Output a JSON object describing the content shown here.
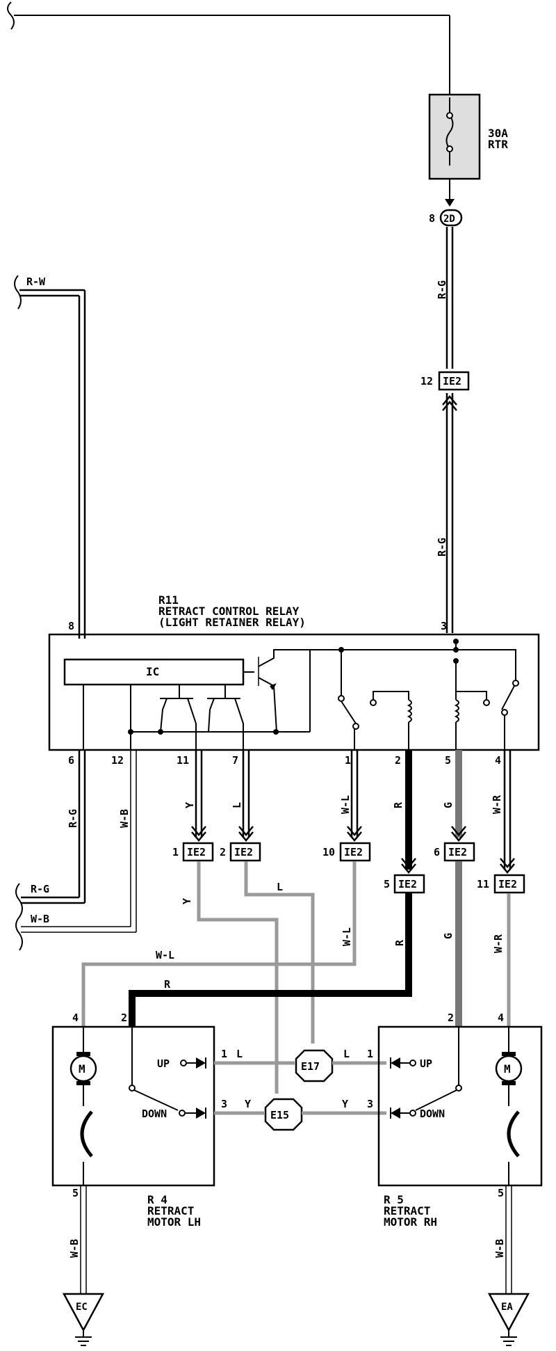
{
  "fuse": {
    "rating": "30A",
    "name": "RTR"
  },
  "connector_2d": {
    "label": "2D",
    "pin": "8"
  },
  "relay": {
    "code": "R11",
    "name": "RETRACT CONTROL RELAY",
    "subname": "(LIGHT RETAINER RELAY)",
    "ic_label": "IC"
  },
  "relay_pins": {
    "p8": "8",
    "p3": "3",
    "p6": "6",
    "p12": "12",
    "p11": "11",
    "p7": "7",
    "p1": "1",
    "p2": "2",
    "p5": "5",
    "p4": "4"
  },
  "wire_colors": {
    "rw": "R-W",
    "rg_top1": "R-G",
    "rg_top2": "R-G",
    "rg_left": "R-G",
    "wb_left": "W-B",
    "rg_out": "R-G",
    "wb_out": "W-B",
    "y_a": "Y",
    "l_a": "L",
    "wl_a": "W-L",
    "r_a": "R",
    "g_a": "G",
    "wr_a": "W-R",
    "y_b": "Y",
    "l_b": "L",
    "wl_b": "W-L",
    "r_b": "R",
    "g_b": "G",
    "wr_b": "W-R",
    "wl_c": "W-L",
    "r_c": "R",
    "l_lh": "L",
    "y_lh": "Y",
    "l_rh": "L",
    "y_rh": "Y",
    "wb_lh": "W-B",
    "wb_rh": "W-B"
  },
  "ie2": {
    "label": "IE2",
    "p12": "12",
    "p1": "1",
    "p2": "2",
    "p10": "10",
    "p5": "5",
    "p6": "6",
    "p11": "11"
  },
  "splices": {
    "e17": "E17",
    "e15": "E15"
  },
  "motor_lh": {
    "code": "R 4",
    "line1": "RETRACT",
    "line2": "MOTOR LH",
    "m": "M",
    "up": "UP",
    "down": "DOWN",
    "pin4": "4",
    "pin2": "2",
    "pin1": "1",
    "pin3": "3",
    "pin5": "5"
  },
  "motor_rh": {
    "code": "R 5",
    "line1": "RETRACT",
    "line2": "MOTOR RH",
    "m": "M",
    "up": "UP",
    "down": "DOWN",
    "pin2": "2",
    "pin4": "4",
    "pin1": "1",
    "pin3": "3",
    "pin5": "5"
  },
  "grounds": {
    "ec": "EC",
    "ea": "EA"
  }
}
